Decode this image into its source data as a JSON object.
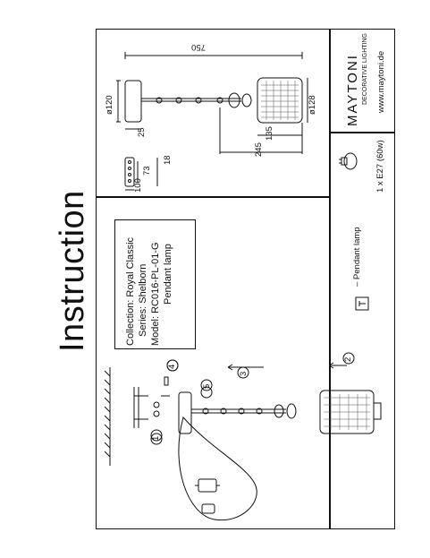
{
  "title": "Instruction",
  "collection_line": "Collection: Royal Classic",
  "series_line": "Series: Shelborn",
  "model_line": "Model: RC016-PL-01-G",
  "type_line": "Pendant lamp",
  "legend_label": "– Pendant lamp",
  "bulb_spec": "1 x E27 (60w)",
  "brand_name": "MAYTONI",
  "brand_tagline": "DECORATIVE LIGHTING",
  "website": "www.maytoni.de",
  "dimensions": {
    "d120": "ø120",
    "d128": "ø128",
    "len750": "750",
    "h25": "25",
    "h135": "135",
    "h245": "245",
    "b100": "100",
    "b73": "73",
    "b18": "18"
  },
  "steps": [
    "1",
    "2",
    "3",
    "4",
    "5"
  ]
}
